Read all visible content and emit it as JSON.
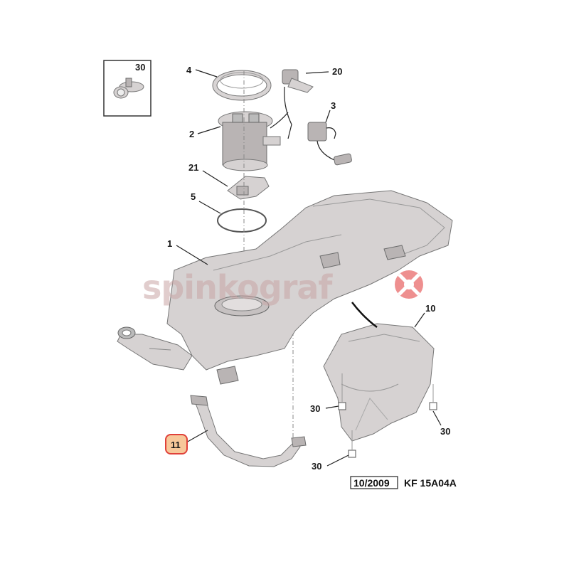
{
  "diagram": {
    "labels": [
      {
        "id": "p30-box",
        "text": "30"
      },
      {
        "id": "p4",
        "text": "4"
      },
      {
        "id": "p20",
        "text": "20"
      },
      {
        "id": "p2",
        "text": "2"
      },
      {
        "id": "p3",
        "text": "3"
      },
      {
        "id": "p21",
        "text": "21"
      },
      {
        "id": "p5",
        "text": "5"
      },
      {
        "id": "p1",
        "text": "1"
      },
      {
        "id": "p10",
        "text": "10"
      },
      {
        "id": "p30-a",
        "text": "30"
      },
      {
        "id": "p30-b",
        "text": "30"
      },
      {
        "id": "p30-c",
        "text": "30"
      },
      {
        "id": "p11",
        "text": "11"
      }
    ],
    "highlighted_part": "11",
    "footer": {
      "date": "10/2009",
      "code": "KF 15A04A"
    }
  },
  "watermark": {
    "text": "spinkograf"
  },
  "colors": {
    "highlight_fill": "#f7c89a",
    "highlight_stroke": "#e0413a",
    "part_metal": "#d6d2d2",
    "watermark": "#c9a6a6",
    "logo_red": "#e86a6a"
  }
}
